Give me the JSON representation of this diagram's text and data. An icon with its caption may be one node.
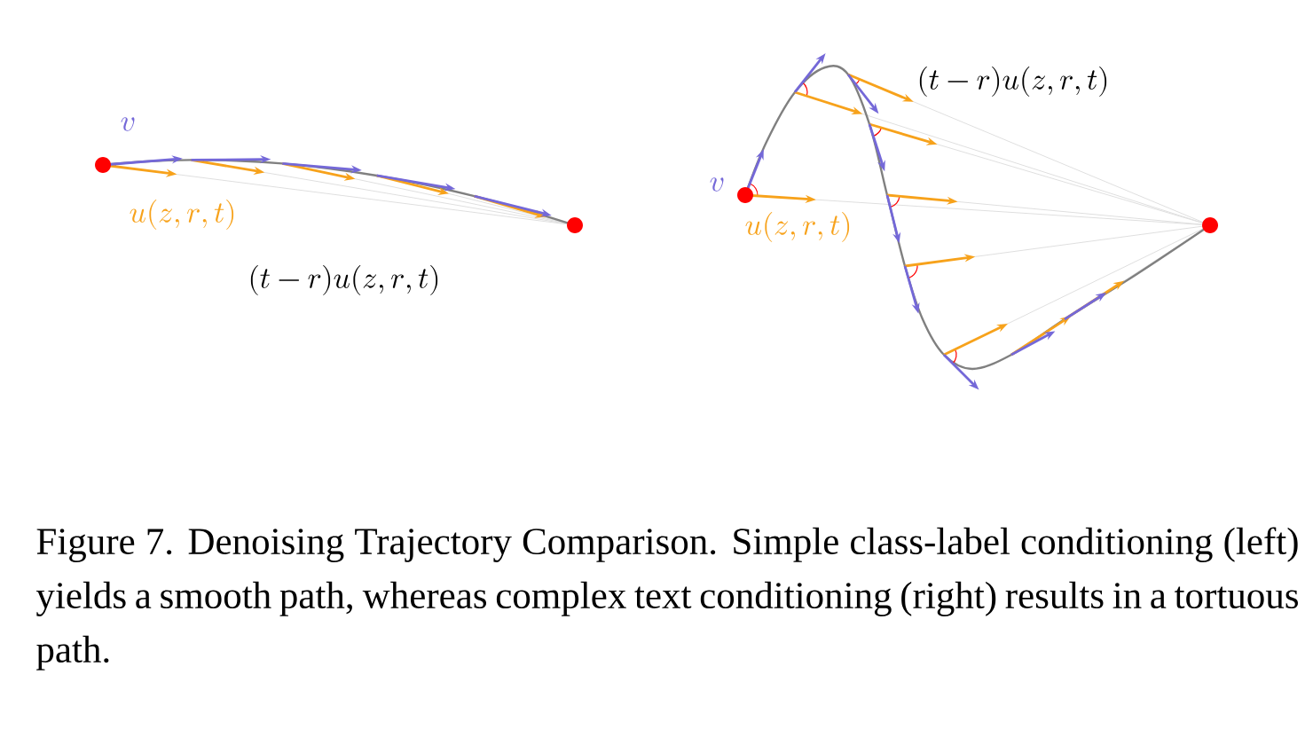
{
  "diagram": {
    "caption": "Figure 7. Denoising Trajectory Comparison. Simple class-label conditioning (left) yields a smooth path, whereas complex text conditioning (right) results in a tortuous path.",
    "labels": [
      "v",
      "u(z,r,t)",
      "(t-r)u(z,r,t)",
      "v",
      "u(z,r,t)",
      "(t-r)u(z,r,t)"
    ]
  }
}
